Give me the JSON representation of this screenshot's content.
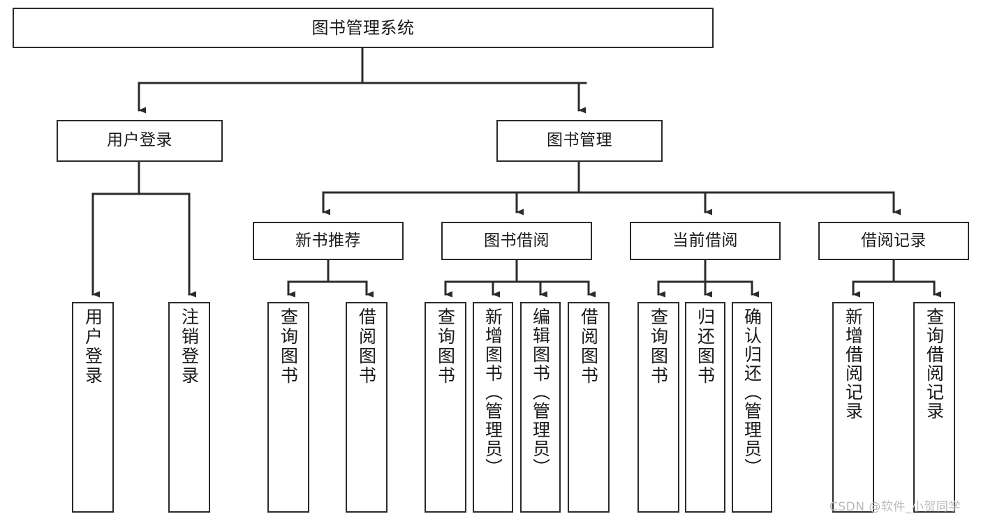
{
  "diagram": {
    "title": "图书管理系统",
    "type": "tree-hierarchy-flowchart",
    "colors": {
      "box_border": "#2b2b2b",
      "box_fill": "#ffffff",
      "connector": "#2b2b2b",
      "text": "#1a1a1a",
      "watermark": "#b9b9b9",
      "background": "#ffffff"
    },
    "levels": {
      "root": {
        "label": "图书管理系统"
      },
      "level2": [
        {
          "id": "user-login",
          "label": "用户登录"
        },
        {
          "id": "book-management",
          "label": "图书管理"
        }
      ],
      "level3": [
        {
          "id": "new-book-recommend",
          "label": "新书推荐",
          "parent": "book-management"
        },
        {
          "id": "book-borrow",
          "label": "图书借阅",
          "parent": "book-management"
        },
        {
          "id": "current-borrow",
          "label": "当前借阅",
          "parent": "book-management"
        },
        {
          "id": "borrow-record",
          "label": "借阅记录",
          "parent": "book-management"
        }
      ],
      "leaves": [
        {
          "id": "leaf-user-login",
          "label": "用户登录",
          "parent": "user-login"
        },
        {
          "id": "leaf-logout-login",
          "label": "注销登录",
          "parent": "user-login"
        },
        {
          "id": "leaf-query-book-1",
          "label": "查询图书",
          "parent": "new-book-recommend"
        },
        {
          "id": "leaf-borrow-book-1",
          "label": "借阅图书",
          "parent": "new-book-recommend"
        },
        {
          "id": "leaf-query-book-2",
          "label": "查询图书",
          "parent": "book-borrow"
        },
        {
          "id": "leaf-add-book",
          "label": "新增图书（管理员）",
          "parent": "book-borrow"
        },
        {
          "id": "leaf-edit-book",
          "label": "编辑图书（管理员）",
          "parent": "book-borrow"
        },
        {
          "id": "leaf-borrow-book-2",
          "label": "借阅图书",
          "parent": "book-borrow"
        },
        {
          "id": "leaf-query-book-3",
          "label": "查询图书",
          "parent": "current-borrow"
        },
        {
          "id": "leaf-return-book",
          "label": "归还图书",
          "parent": "current-borrow"
        },
        {
          "id": "leaf-confirm-return",
          "label": "确认归还（管理员）",
          "parent": "current-borrow"
        },
        {
          "id": "leaf-add-record",
          "label": "新增借阅记录",
          "parent": "borrow-record"
        },
        {
          "id": "leaf-query-record",
          "label": "查询借阅记录",
          "parent": "borrow-record"
        }
      ]
    },
    "watermark": "CSDN @软件_小贺同学"
  }
}
